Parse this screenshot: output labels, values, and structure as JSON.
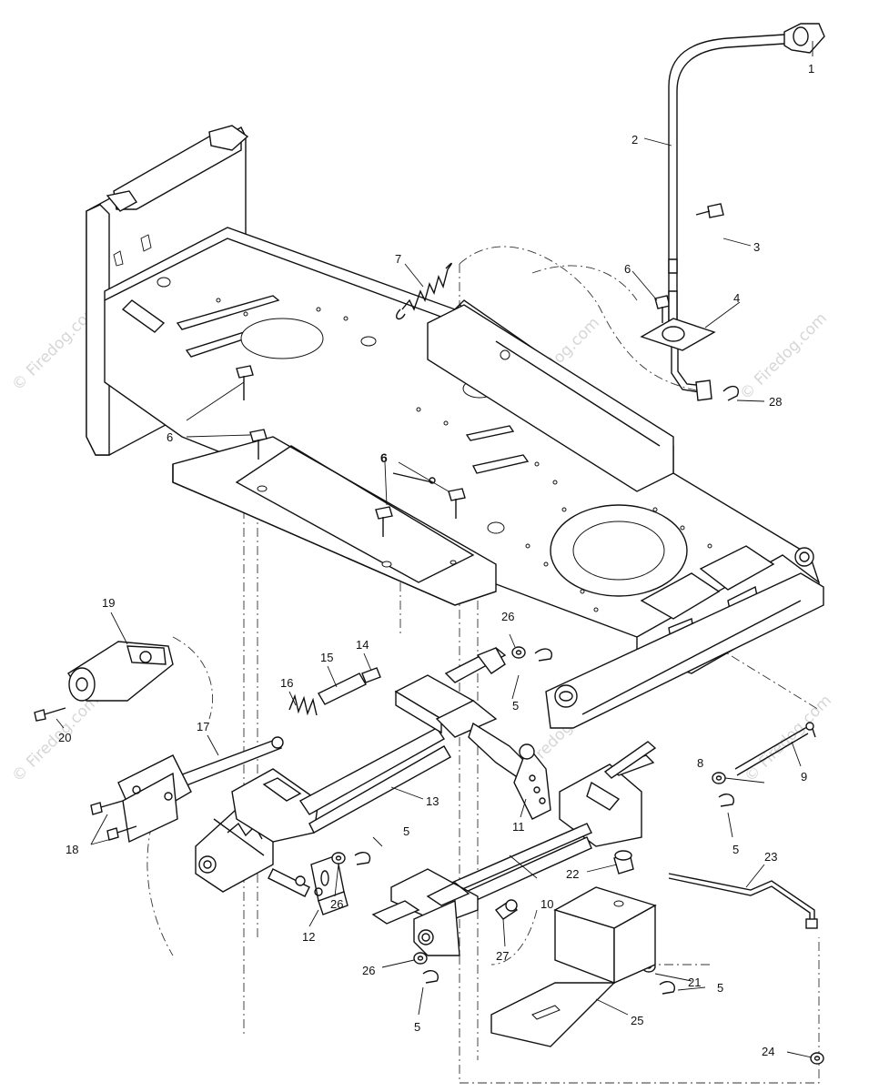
{
  "watermark": {
    "text": "© Firedog.com"
  },
  "callouts": [
    {
      "id": "c1",
      "label": "1"
    },
    {
      "id": "c2",
      "label": "2"
    },
    {
      "id": "c3",
      "label": "3"
    },
    {
      "id": "c4",
      "label": "4"
    },
    {
      "id": "c5a",
      "label": "5"
    },
    {
      "id": "c5b",
      "label": "5"
    },
    {
      "id": "c5c",
      "label": "5"
    },
    {
      "id": "c5d",
      "label": "5"
    },
    {
      "id": "c5e",
      "label": "5"
    },
    {
      "id": "c6a",
      "label": "6"
    },
    {
      "id": "c6b",
      "label": "6"
    },
    {
      "id": "c6c",
      "label": "6"
    },
    {
      "id": "c7",
      "label": "7"
    },
    {
      "id": "c8",
      "label": "8"
    },
    {
      "id": "c9",
      "label": "9"
    },
    {
      "id": "c10",
      "label": "10"
    },
    {
      "id": "c11",
      "label": "11"
    },
    {
      "id": "c12",
      "label": "12"
    },
    {
      "id": "c13",
      "label": "13"
    },
    {
      "id": "c14",
      "label": "14"
    },
    {
      "id": "c15",
      "label": "15"
    },
    {
      "id": "c16",
      "label": "16"
    },
    {
      "id": "c17",
      "label": "17"
    },
    {
      "id": "c18",
      "label": "18"
    },
    {
      "id": "c19",
      "label": "19"
    },
    {
      "id": "c20",
      "label": "20"
    },
    {
      "id": "c21",
      "label": "21"
    },
    {
      "id": "c22",
      "label": "22"
    },
    {
      "id": "c23",
      "label": "23"
    },
    {
      "id": "c24",
      "label": "24"
    },
    {
      "id": "c25",
      "label": "25"
    },
    {
      "id": "c26a",
      "label": "26"
    },
    {
      "id": "c26b",
      "label": "26"
    },
    {
      "id": "c26c",
      "label": "26"
    },
    {
      "id": "c27",
      "label": "27"
    },
    {
      "id": "c28",
      "label": "28"
    }
  ]
}
